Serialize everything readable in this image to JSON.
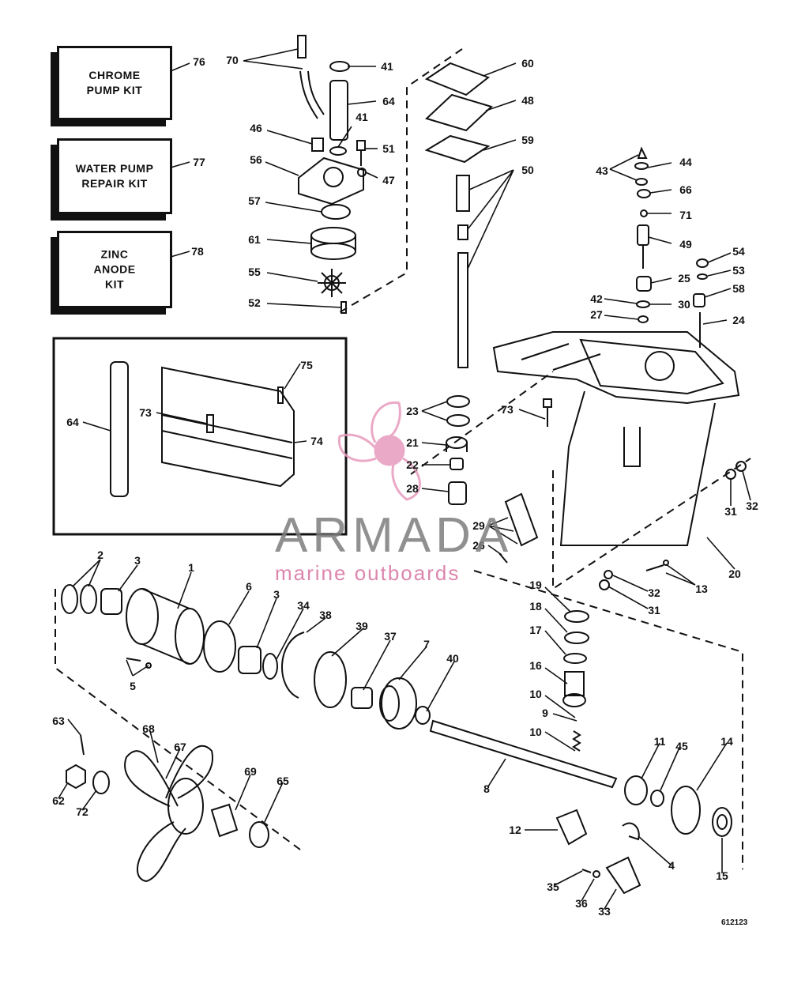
{
  "kits": [
    {
      "text": "CHROME\nPUMP KIT",
      "ref": "76"
    },
    {
      "text": "WATER PUMP\nREPAIR KIT",
      "ref": "77"
    },
    {
      "text": "ZINC\nANODE\nKIT",
      "ref": "78"
    }
  ],
  "callouts": [
    "70",
    "41",
    "64",
    "41",
    "51",
    "46",
    "47",
    "56",
    "57",
    "61",
    "55",
    "52",
    "60",
    "48",
    "59",
    "50",
    "43",
    "44",
    "66",
    "71",
    "49",
    "54",
    "53",
    "25",
    "58",
    "42",
    "30",
    "27",
    "24",
    "75",
    "73",
    "74",
    "64",
    "23",
    "21",
    "22",
    "28",
    "73",
    "29",
    "26",
    "31",
    "32",
    "20",
    "13",
    "32",
    "31",
    "2",
    "3",
    "1",
    "6",
    "3",
    "34",
    "38",
    "39",
    "37",
    "7",
    "40",
    "19",
    "18",
    "17",
    "16",
    "10",
    "9",
    "10",
    "5",
    "63",
    "68",
    "67",
    "69",
    "65",
    "62",
    "72",
    "8",
    "11",
    "45",
    "14",
    "12",
    "4",
    "15",
    "35",
    "36",
    "33"
  ],
  "watermark": {
    "brand": "ARMADA",
    "tagline": "marine outboards",
    "accent_color": "#e79bbd"
  },
  "reference_code": "612123"
}
